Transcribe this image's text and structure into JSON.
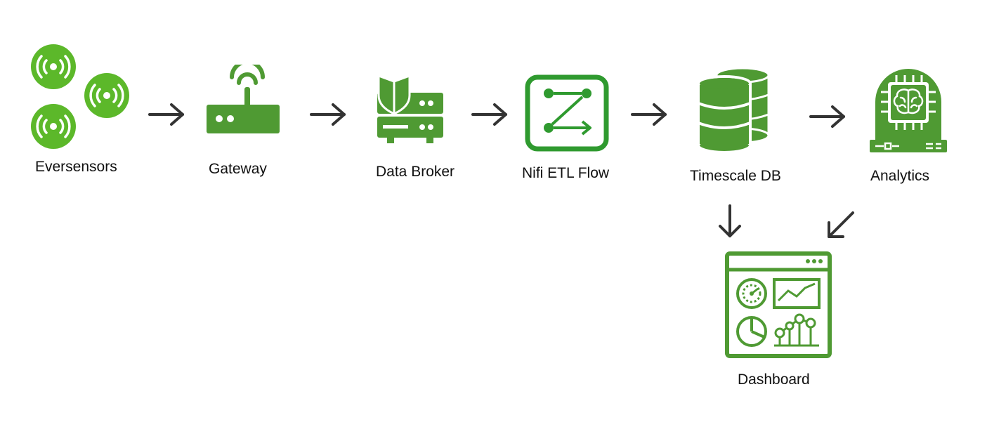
{
  "nodes": {
    "sensors": "Eversensors",
    "gateway": "Gateway",
    "broker": "Data Broker",
    "nifi": "Nifi ETL Flow",
    "timescale": "Timescale DB",
    "analytics": "Analytics",
    "dashboard": "Dashboard"
  },
  "icons": {
    "sensors": "wireless-sensor-icon",
    "gateway": "router-icon",
    "broker": "shielded-server-icon",
    "nifi": "etl-flow-icon",
    "timescale": "database-icon",
    "analytics": "ai-brain-chip-icon",
    "dashboard": "dashboard-icon"
  },
  "colors": {
    "sensor_green": "#5cb82a",
    "icon_green": "#4f9a33",
    "arrow": "#333333"
  }
}
